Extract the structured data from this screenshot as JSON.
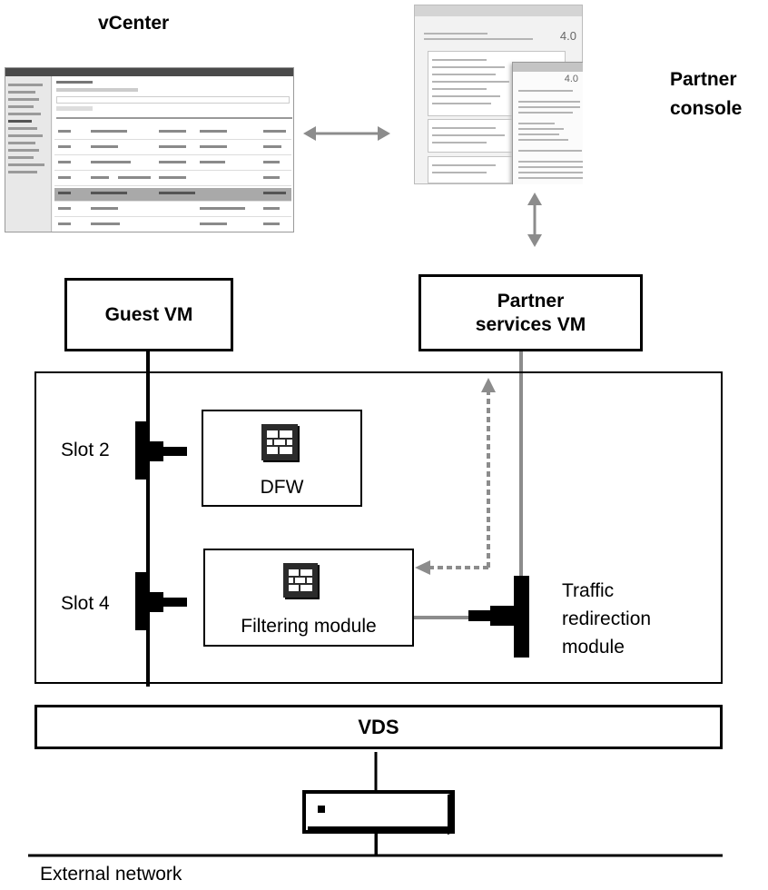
{
  "labels": {
    "vcenter": "vCenter",
    "partner_console_line1": "Partner",
    "partner_console_line2": "console",
    "guest_vm": "Guest VM",
    "partner_services_vm_line1": "Partner",
    "partner_services_vm_line2": "services VM",
    "slot2": "Slot 2",
    "slot4": "Slot 4",
    "dfw": "DFW",
    "filtering_module": "Filtering module",
    "traffic_redirection_line1": "Traffic",
    "traffic_redirection_line2": "redirection",
    "traffic_redirection_line3": "module",
    "vds": "VDS",
    "external_network": "External network",
    "partner_console_version": "4.0"
  },
  "icons": {
    "firewall": "firewall-brick-icon",
    "network_device": "network-switch-icon"
  },
  "colors": {
    "line_dark": "#000000",
    "line_gray": "#8c8c8c",
    "arrow_gray": "#8c8c8c",
    "icon_fill": "#2b2b2b"
  }
}
